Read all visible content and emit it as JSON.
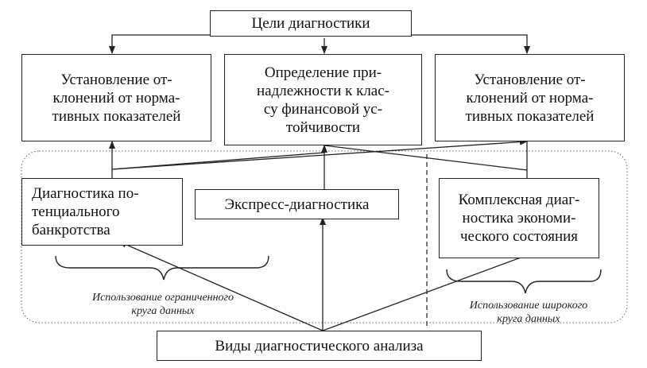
{
  "diagram": {
    "goals": {
      "title": "Цели диагностики"
    },
    "goal_boxes": [
      {
        "lines": [
          "Установление от-",
          "клонений от норма-",
          "тивных показателей"
        ]
      },
      {
        "lines": [
          "Определение при-",
          "надлежности к клас-",
          "су финансовой ус-",
          "тойчивости"
        ]
      },
      {
        "lines": [
          "Установление от-",
          "клонений от норма-",
          "тивных показателей"
        ]
      }
    ],
    "method_boxes": [
      {
        "lines": [
          "Диагностика по-",
          "тенциального",
          "банкротства"
        ]
      },
      {
        "lines": [
          "Экспресс-диагностика"
        ]
      },
      {
        "lines": [
          "Комплексная диаг-",
          "ностика экономи-",
          "ческого состояния"
        ]
      }
    ],
    "notes": {
      "limited": [
        "Использование ограниченного",
        "круга данных"
      ],
      "wide": [
        "Использование широкого",
        "круга данных"
      ]
    },
    "types": {
      "title": "Виды диагностического анализа"
    }
  }
}
